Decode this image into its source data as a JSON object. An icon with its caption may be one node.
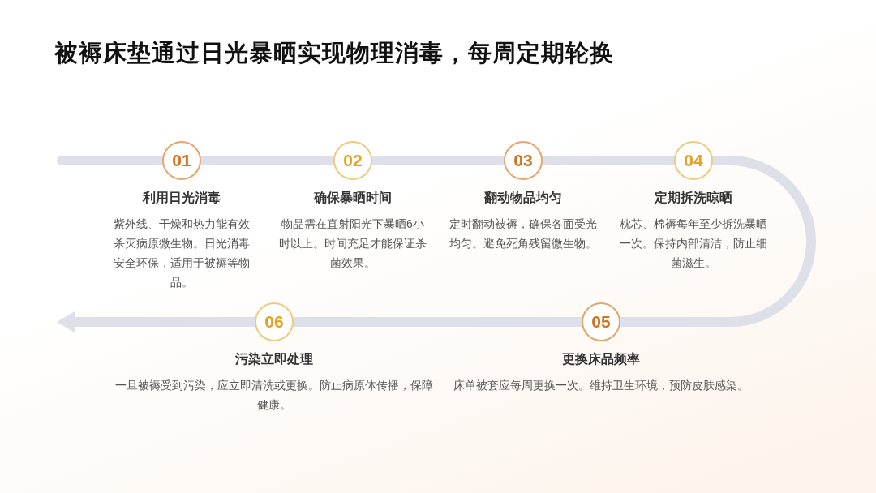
{
  "diagram": {
    "title": "被褥床垫通过日光暴晒实现物理消毒，每周定期轮换",
    "nodes": [
      {
        "text": [
          "01"
        ],
        "beside": [
          "利用日光消毒",
          "紫外线、干燥和热力能有效杀灭病原微生物。日光消毒安全环保，适用于被褥等物品。"
        ]
      },
      {
        "text": [
          "02"
        ],
        "beside": [
          "确保暴晒时间",
          "物品需在直射阳光下暴晒6小时以上。时间充足才能保证杀菌效果。"
        ]
      },
      {
        "text": [
          "03"
        ],
        "beside": [
          "翻动物品均匀",
          "定时翻动被褥，确保各面受光均匀。避免死角残留微生物。"
        ]
      },
      {
        "text": [
          "04"
        ],
        "beside": [
          "定期拆洗晾晒",
          "枕芯、棉褥每年至少拆洗暴晒一次。保持内部清洁，防止细菌滋生。"
        ]
      },
      {
        "text": [
          "05"
        ],
        "beside": [
          "更换床品频率",
          "床单被套应每周更换一次。维持卫生环境，预防皮肤感染。"
        ]
      },
      {
        "text": [
          "06"
        ],
        "beside": [
          "污染立即处理",
          "一旦被褥受到污染，应立即清洗或更换。防止病原体传播，保障健康。"
        ]
      }
    ]
  }
}
